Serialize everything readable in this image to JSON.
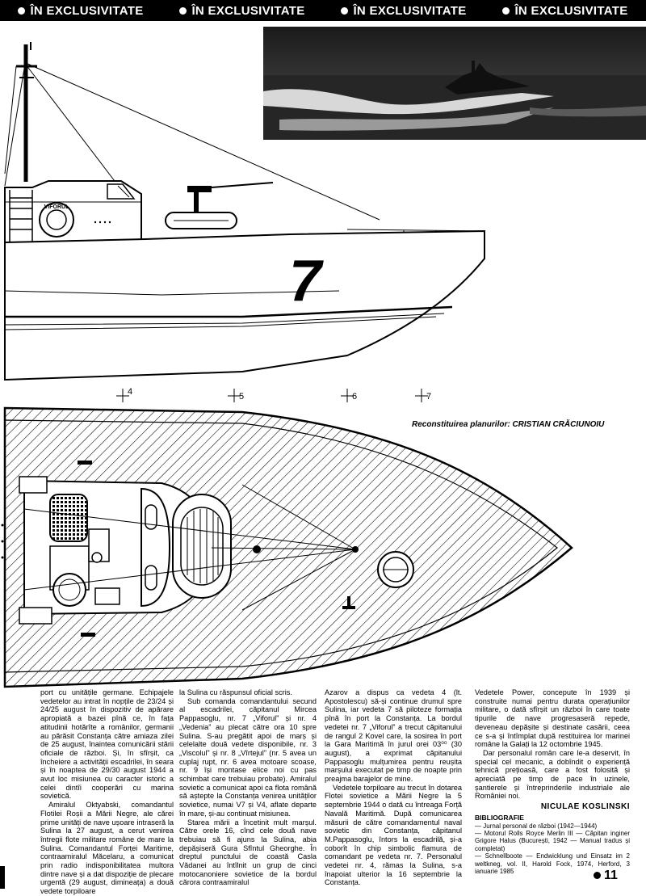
{
  "banner": {
    "items": [
      "ÎN EXCLUSIVITATE",
      "ÎN EXCLUSIVITATE",
      "ÎN EXCLUSIVITATE",
      "ÎN EXCLUSIVITATE"
    ]
  },
  "drawing": {
    "hull_number": "7",
    "name_plate": "VIFORUL",
    "frame_marks": [
      "4",
      "5",
      "6",
      "7"
    ],
    "credit": "Reconstituirea planurilor: CRISTIAN CRĂCIUNOIU"
  },
  "article": {
    "col1": [
      "port cu unitățile germane. Echipajele vedetelor au intrat în nopțile de 23/24 și 24/25 august în dispozitiv de apărare apropiată a bazei pînă ce, în fața atitudinii hotărîte a românilor, germanii au părăsit Constanța către amiaza zilei de 25 august, înaintea comunicării stării oficiale de război. Și, în sfîrșit, ca încheiere a activității escadrilei, în seara și în noaptea de 29/30 august 1944 a avut loc misiunea cu caracter istoric a celei dintîi cooperări cu marina sovietică.",
      "Amiralul Oktyabski, comandantul Flotilei Roșii a Mării Negre, ale cărei prime unități de nave ușoare intraseră la Sulina la 27 august, a cerut venirea întregii flote militare române de mare la Sulina. Comandantul Forței Maritime, contraamiralul Măcelaru, a comunicat prin radio indisponibilitatea multora dintre nave și a dat dispoziție de plecare urgentă (29 august, dimineața) a două vedete torpiloare"
    ],
    "col2": [
      "la Sulina cu răspunsul oficial scris.",
      "Sub comanda comandantului secund al escadrilei, căpitanul Mircea Pappasoglu, nr. 7 „Viforul” și nr. 4 „Vedenia” au plecat către ora 10 spre Sulina. S-au pregătit apoi de marș și celelalte două vedete disponibile, nr. 3 „Viscolul” și nr. 8 „Vîrtejul” (nr. 5 avea un cuplaj rupt, nr. 6 avea motoare scoase, nr. 9 își montase elice noi cu pas schimbat care trebuiau probate). Amiralul sovietic a comunicat apoi ca flota română să aștepte la Constanța venirea unităților sovietice, numai V7 și V4, aflate departe în mare, și-au continuat misiunea.",
      "Starea mării a încetinit mult marșul. Către orele 16, cînd cele două nave trebuiau să fi ajuns la Sulina, abia depășiseră Gura Sfîntul Gheorghe. În dreptul punctului de coastă Casla Vădanei au întîlnit un grup de cinci motocanoniere sovietice de la bordul cărora contraamiralul"
    ],
    "col3": [
      "Azarov a dispus ca vedeta 4 (lt. Apostolescu) să-și continue drumul spre Sulina, iar vedeta 7 să piloteze formația pînă în port la Constanța. La bordul vedetei nr. 7 „Viforul” a trecut căpitanului de rangul 2 Kovel care, la sosirea în port la Gara Maritimă în jurul orei 03⁰⁰ (30 august), a exprimat căpitanului Pappasoglu mulțumirea pentru reușita marșului executat pe timp de noapte prin preajma barajelor de mine.",
      "Vedetele torpiloare au trecut în dotarea Flotei sovietice a Mării Negre la 5 septembrie 1944 o dată cu întreaga Forță Navală Maritimă. După comunicarea măsurii de către comandamentul naval sovietic din Constanța, căpitanul M.Pappasoglu, întors la escadrilă, și-a coborît în chip simbolic flamura de comandant pe vedeta nr. 7. Personalul vedetei nr. 4, rămas la Sulina, s-a înapoiat ulterior la 16 septembrie la Constanța."
    ],
    "col4": [
      "Vedetele Power, concepute în 1939 și construite numai pentru durata operațiunilor militare, o dată sfîrșit un război în care toate tipurile de nave progresaseră repede, deveneau depășite și destinate casării, ceea ce s-a și întîmplat după restituirea lor marinei române la Galați la 12 octombrie 1945.",
      "Dar personalul român care le-a deservit, în special cel mecanic, a dobîndit o experiență tehnică prețioasă, care a fost folosită și apreciată pe timp de pace în uzinele, șantierele și întreprinderile industriale ale României noi."
    ],
    "author": "NICULAE KOSLINSKI",
    "bibliography_title": "BIBLIOGRAFIE",
    "bibliography": [
      "— Jurnal personal de război (1942—1944)",
      "— Motorul Rolls Royce Merlin III — Căpitan inginer Grigore Halus (București, 1942 — Manual tradus și completat)",
      "— Schnellboote — Endwicklung und Einsatz im 2 weltkneg, vol. II, Harold Fock, 1974, Herford, 3 ianuarie 1985"
    ]
  },
  "page_number": "11"
}
